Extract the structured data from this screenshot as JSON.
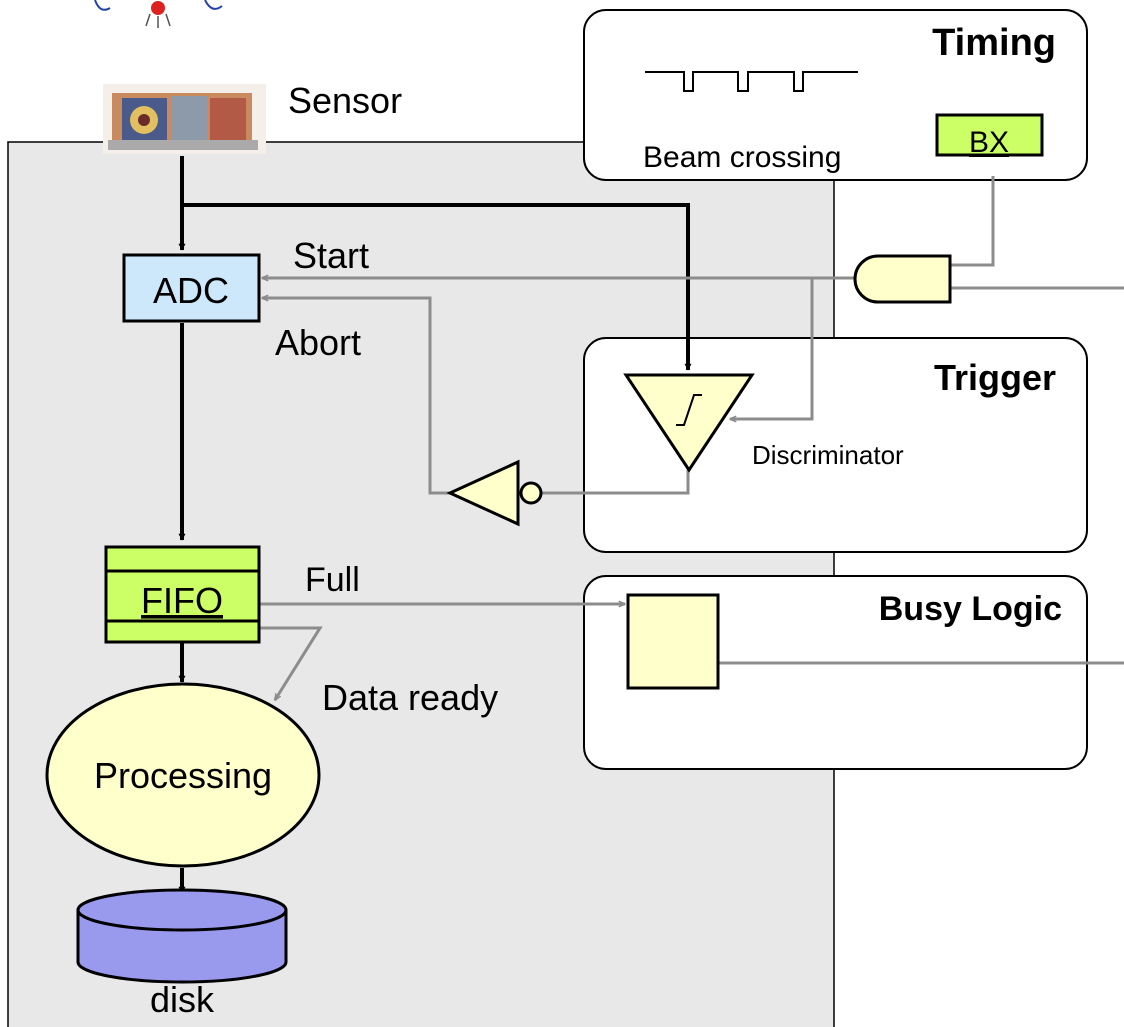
{
  "labels": {
    "sensor": "Sensor",
    "adc": "ADC",
    "start": "Start",
    "abort": "Abort",
    "fifo": "FIFO",
    "full": "Full",
    "data_ready": "Data ready",
    "processing": "Processing",
    "disk": "disk",
    "beam_crossing": "Beam crossing",
    "bx": "BX",
    "discriminator": "Discriminator"
  },
  "panels": {
    "timing": "Timing",
    "trigger": "Trigger",
    "busy_logic": "Busy Logic"
  },
  "colors": {
    "daq_background": "#e8e8e8",
    "adc_fill": "#cce8fa",
    "fifo_fill": "#ccff66",
    "bx_fill": "#ccff66",
    "logic_fill": "#ffffcc",
    "disk_fill": "#9999ee",
    "black_wire": "#000000",
    "gray_wire": "#8c8c8c"
  },
  "icons": {
    "sensor": "detector-image-icon",
    "logo": "logo-icon"
  }
}
